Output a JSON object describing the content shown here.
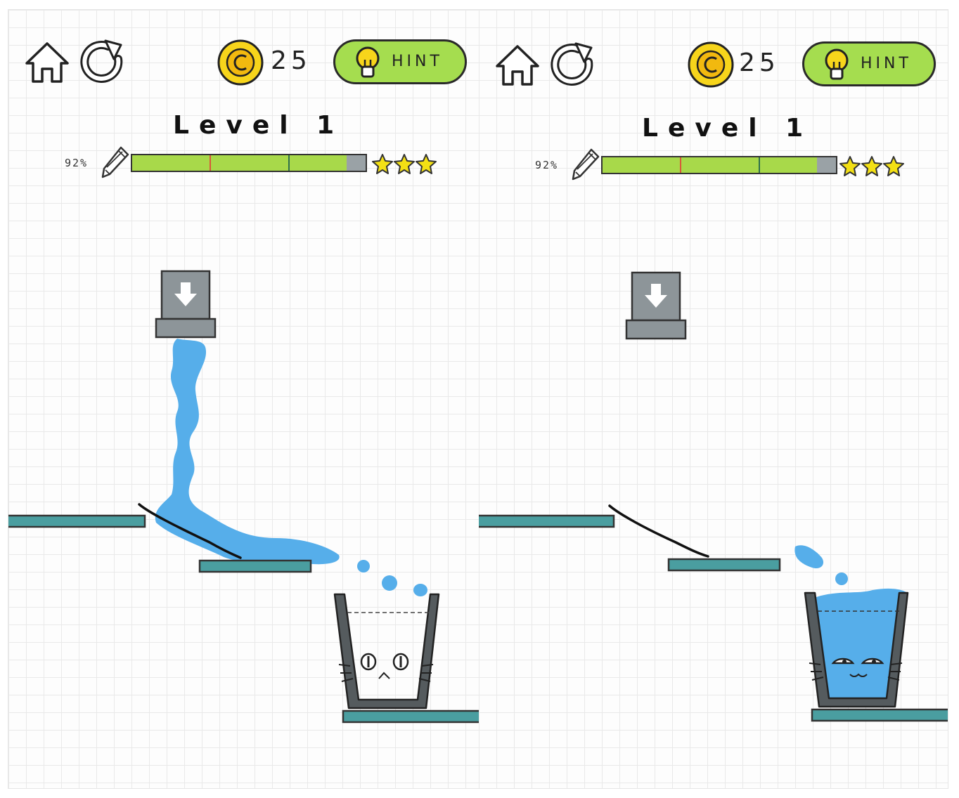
{
  "panels": [
    {
      "id": "before",
      "coins": "25",
      "hint_label": "HINT",
      "level_title": "Level 1",
      "ink_percent_label": "92%",
      "ink_fill_fraction": 0.92,
      "stars": 3,
      "cup_filled": false
    },
    {
      "id": "after",
      "coins": "25",
      "hint_label": "HINT",
      "level_title": "Level 1",
      "ink_percent_label": "92%",
      "ink_fill_fraction": 0.92,
      "stars": 3,
      "cup_filled": true
    }
  ],
  "icons": {
    "home": "home-icon",
    "restart": "restart-icon",
    "coin": "coin-icon",
    "hint": "lightbulb-icon",
    "pencil": "pencil-icon",
    "star": "star-icon",
    "spout_arrow": "arrow-down-icon"
  },
  "colors": {
    "water": "#56aeea",
    "platform": "#4a9ea0",
    "bar_fill": "#a8d94a",
    "bar_empty": "#9aa2a6",
    "hint_button": "#a5dd4f",
    "coin": "#f7d51b",
    "star": "#f3e014",
    "cup": "#555b5e"
  }
}
